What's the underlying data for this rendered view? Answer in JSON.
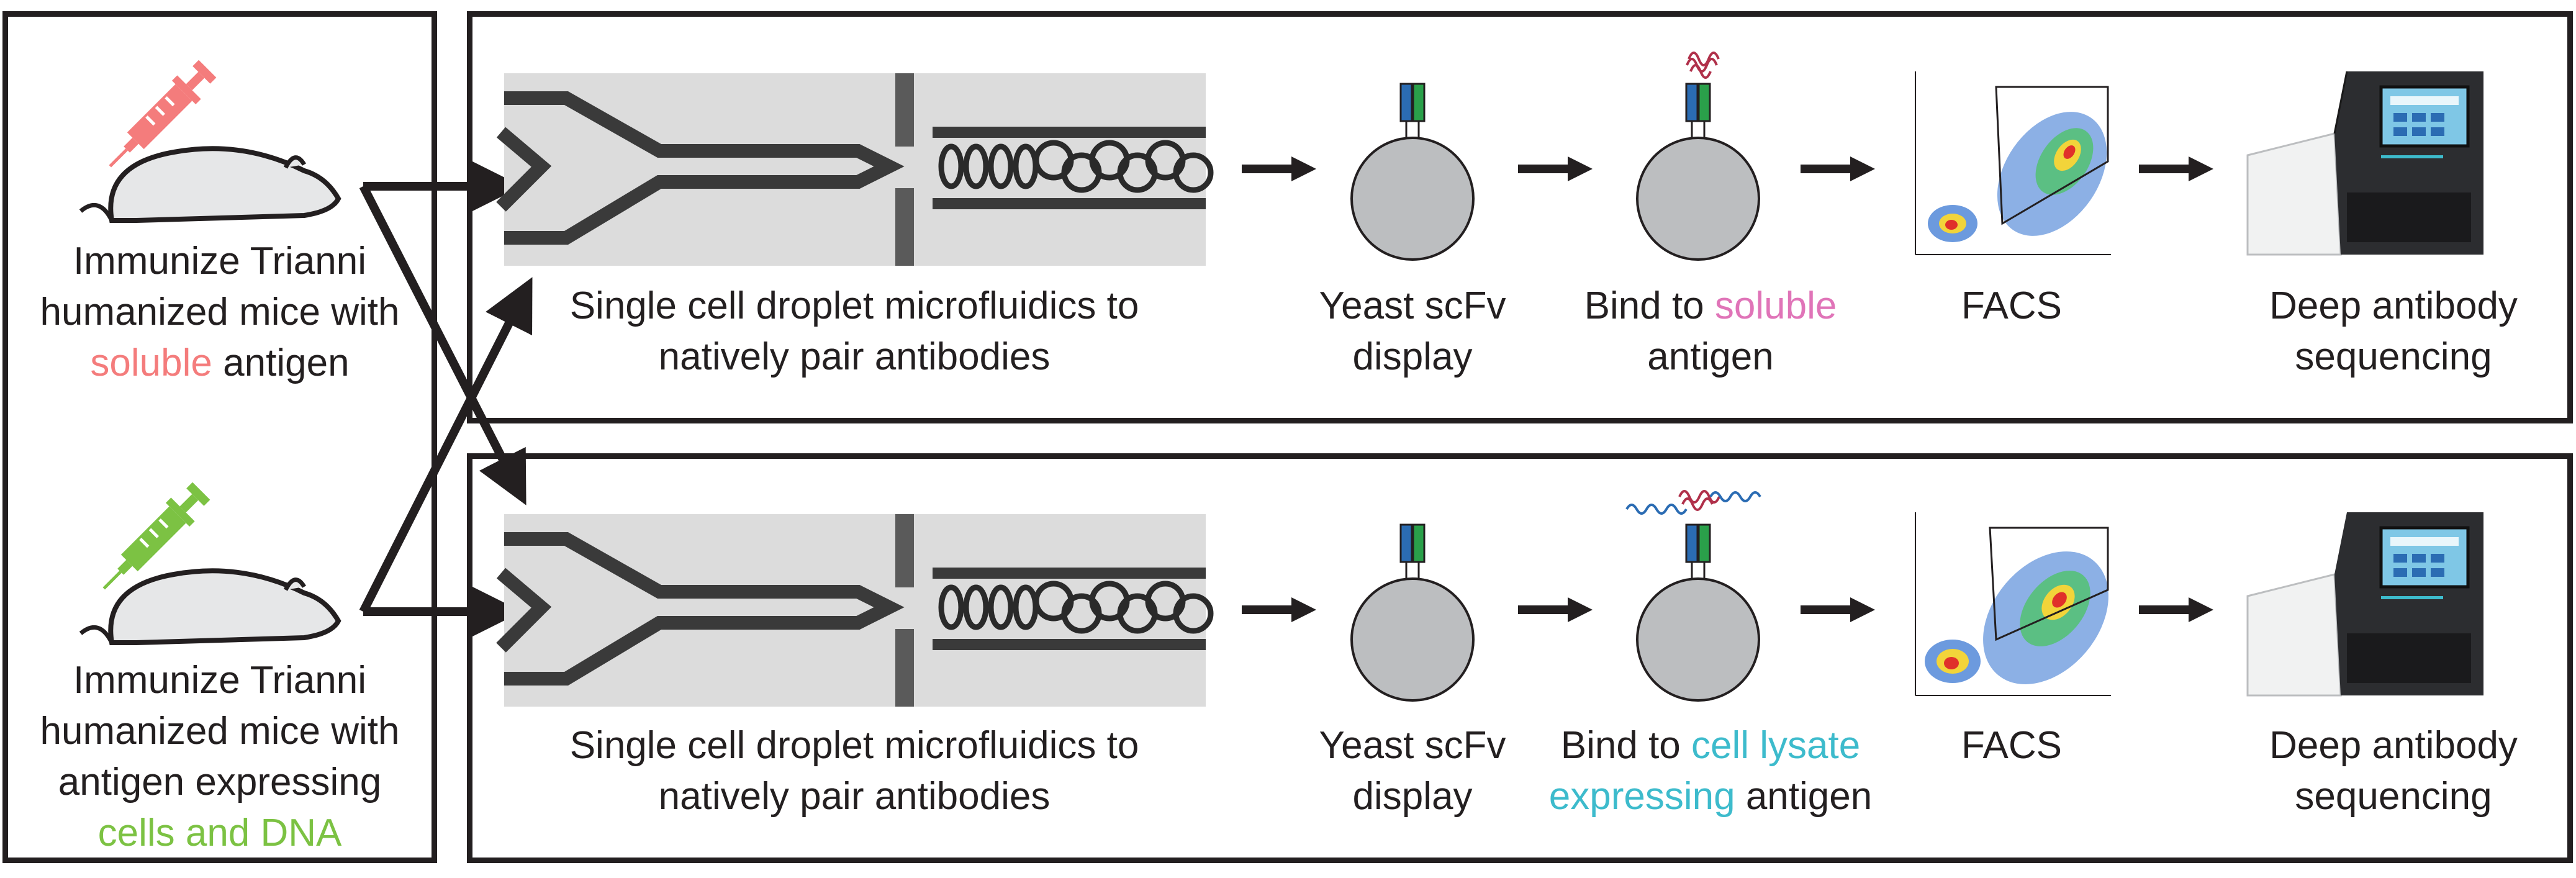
{
  "left_panel": {
    "mouse_top": {
      "line1": "Immunize Trianni",
      "line2": "humanized mice with",
      "line3_highlight": "soluble",
      "line3_rest": " antigen"
    },
    "mouse_bottom": {
      "line1": "Immunize Trianni",
      "line2": "humanized mice with",
      "line3": "antigen expressing",
      "line4_highlight": "cells and DNA"
    }
  },
  "rows": [
    {
      "microfluidics": {
        "line1": "Single cell droplet microfluidics to",
        "line2": "natively pair antibodies"
      },
      "yeast": {
        "line1": "Yeast scFv",
        "line2": "display"
      },
      "bind": {
        "line1_prefix": "Bind to ",
        "line1_highlight": "soluble",
        "line2_prefix": "",
        "line2_highlight": "",
        "line2_rest": "antigen"
      },
      "facs": {
        "label": "FACS"
      },
      "sequencing": {
        "line1": "Deep antibody",
        "line2": "sequencing"
      }
    },
    {
      "microfluidics": {
        "line1": "Single cell droplet microfluidics to",
        "line2": "natively pair antibodies"
      },
      "yeast": {
        "line1": "Yeast scFv",
        "line2": "display"
      },
      "bind": {
        "line1_prefix": "Bind to ",
        "line1_highlight": "cell lysate",
        "line2_prefix": "",
        "line2_highlight": "expressing",
        "line2_rest": " antigen"
      },
      "facs": {
        "label": "FACS"
      },
      "sequencing": {
        "line1": "Deep antibody",
        "line2": "sequencing"
      }
    }
  ],
  "colors": {
    "border": "#231f20",
    "soluble": "#f47c7c",
    "cells_dna": "#7cc243",
    "cell_lysate": "#3dbbcc",
    "bind_soluble": "#e074b8",
    "yeast_cell": "#bcbec0",
    "antibody_blue": "#2b6cb3",
    "antibody_green": "#2aa04a",
    "antigen_red": "#b0304a",
    "antigen_blue": "#2b6cb3"
  },
  "icons": [
    "syringe-icon",
    "mouse-icon",
    "arrow-icon",
    "yeast-cell-icon",
    "antibody-icon",
    "antigen-icon",
    "facs-plot-icon",
    "sequencer-icon",
    "microfluidic-chip-image"
  ]
}
